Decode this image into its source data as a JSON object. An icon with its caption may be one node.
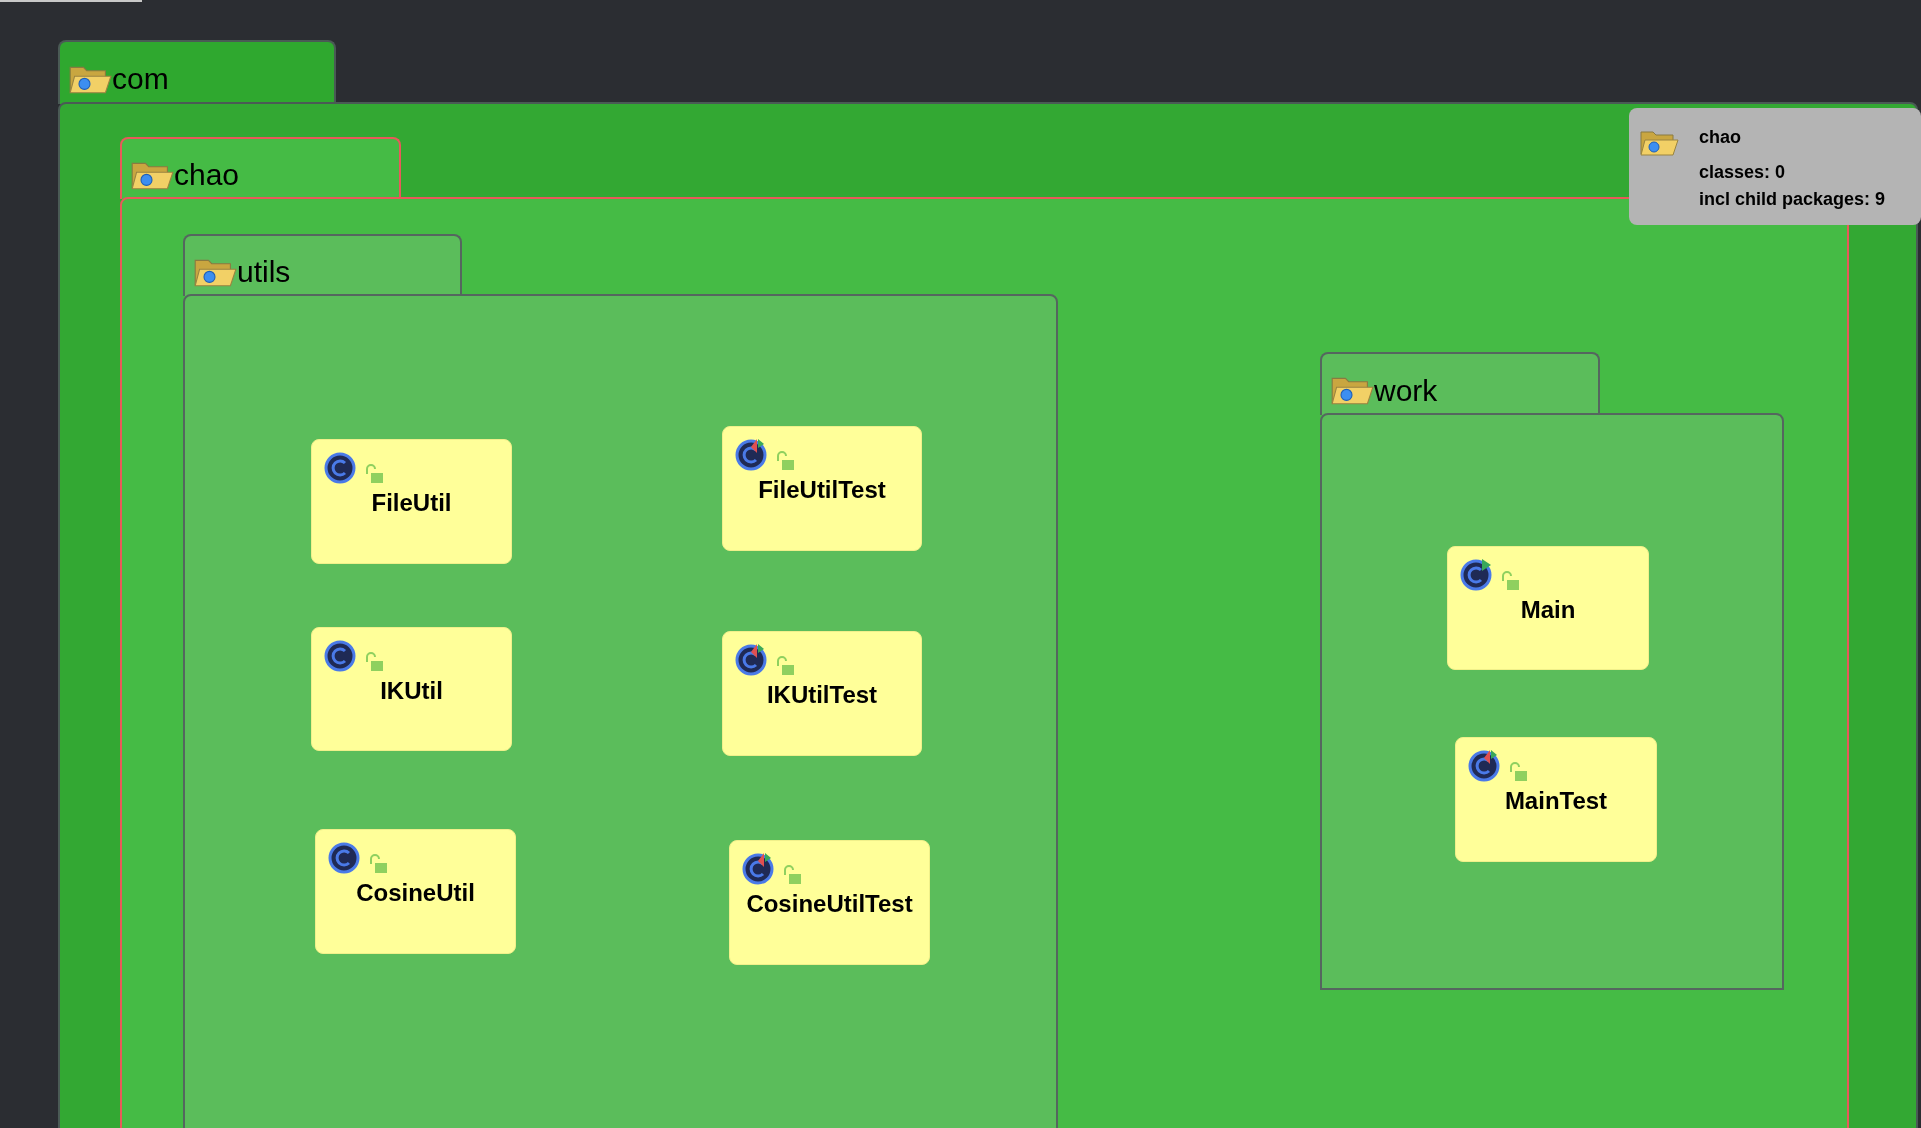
{
  "diagram": {
    "nodes": [
      {
        "text": [
          "com"
        ]
      },
      {
        "text": [
          "chao"
        ],
        "in": 0
      },
      {
        "text": [
          "utils"
        ],
        "in": 1
      },
      {
        "text": [
          "FileUtil"
        ],
        "in": 2
      },
      {
        "text": [
          "FileUtilTest"
        ],
        "in": 2
      },
      {
        "text": [
          "IKUtil"
        ],
        "in": 2
      },
      {
        "text": [
          "IKUtilTest"
        ],
        "in": 2
      },
      {
        "text": [
          "CosineUtil"
        ],
        "in": 2
      },
      {
        "text": [
          "CosineUtilTest"
        ],
        "in": 2
      },
      {
        "text": [
          "work"
        ],
        "in": 1
      },
      {
        "text": [
          "Main"
        ],
        "in": 9
      },
      {
        "text": [
          "MainTest"
        ],
        "in": 9
      },
      {
        "text": [
          "chao",
          "classes: 0",
          "incl child packages: 9"
        ],
        "in": 0
      }
    ]
  }
}
